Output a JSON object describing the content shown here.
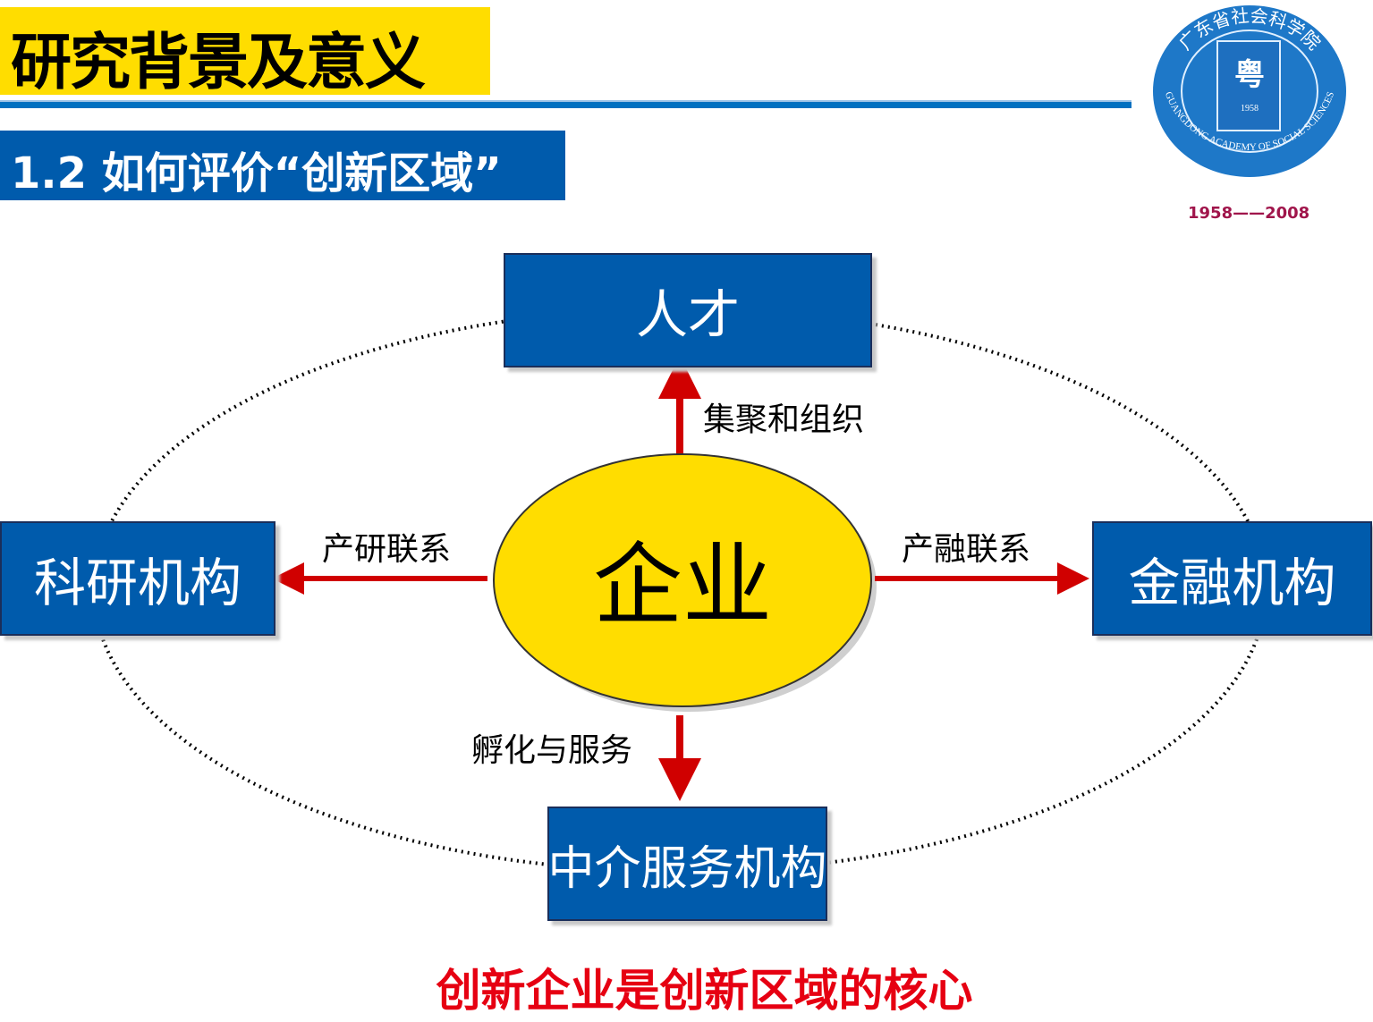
{
  "slide": {
    "title": "研究背景及意义",
    "subtitle": "1.2  如何评价“创新区域”",
    "logo": {
      "name_cn": "广东省社会科学院",
      "name_en": "GUANGDONG ACADEMY OF SOCIAL SCIENCES",
      "founded": "1958",
      "years": "1958——2008"
    },
    "diagram": {
      "center": "企业",
      "nodes": {
        "top": "人才",
        "left": "科研机构",
        "right": "金融机构",
        "bottom": "中介服务机构"
      },
      "edges": {
        "top": "集聚和组织",
        "left": "产研联系",
        "right": "产融联系",
        "bottom": "孵化与服务"
      }
    },
    "conclusion": "创新企业是创新区域的核心"
  },
  "colors": {
    "yellow": "#FFDD00",
    "blue": "#005BAC",
    "red": "#D00000",
    "accent_red": "#E60012"
  }
}
